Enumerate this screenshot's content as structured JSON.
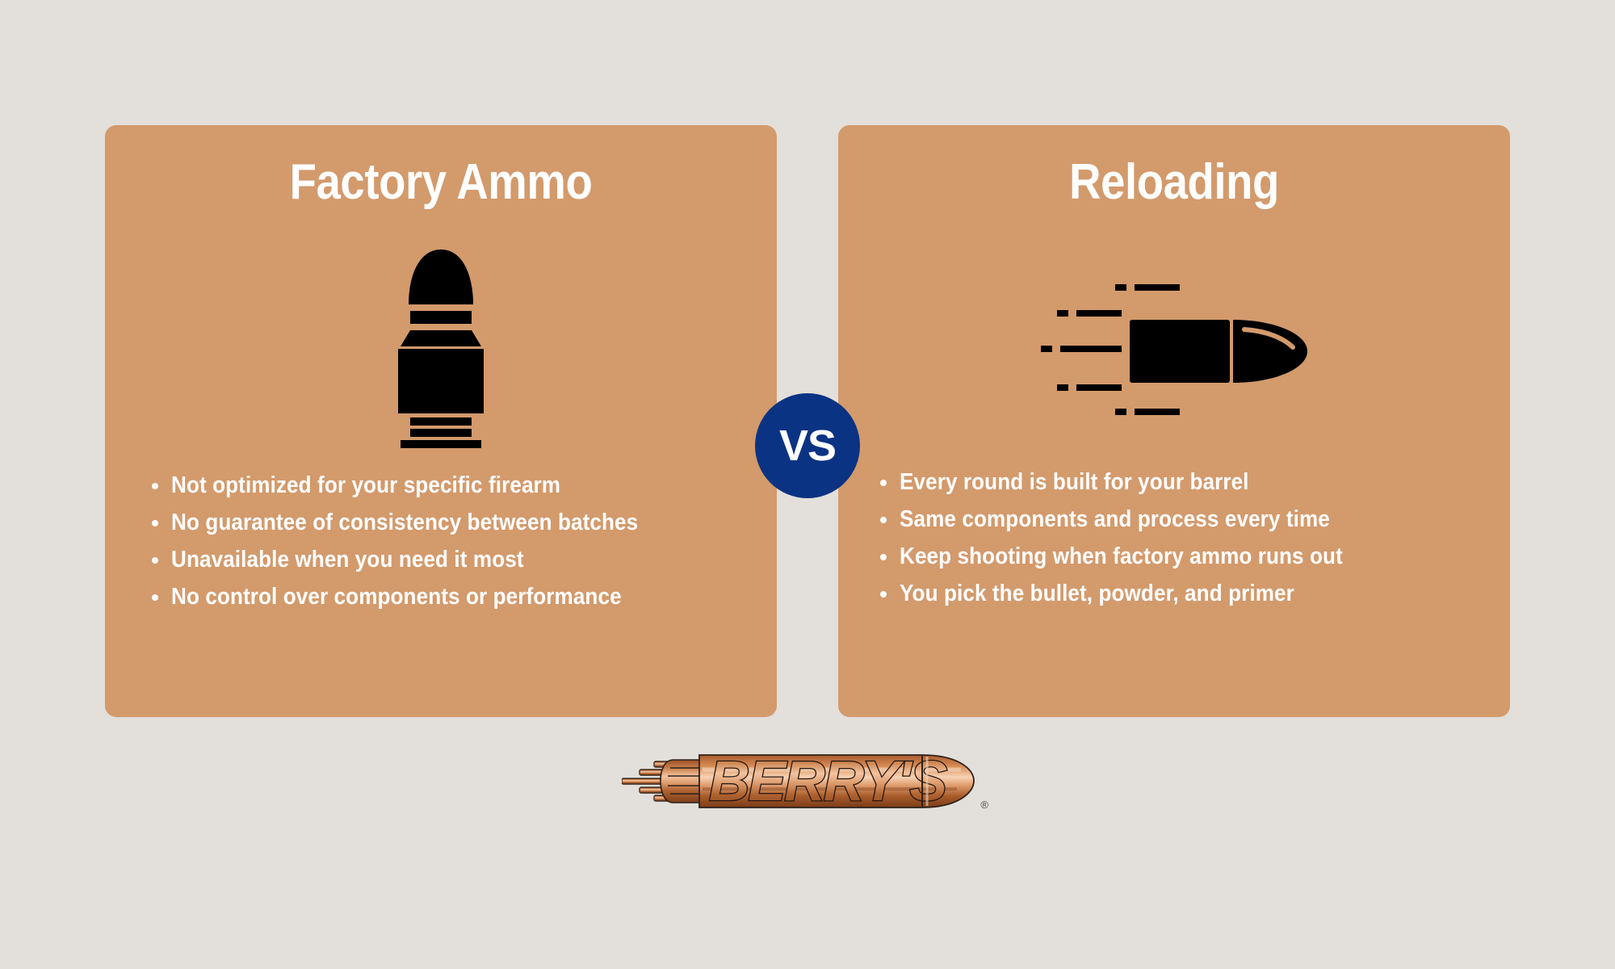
{
  "page": {
    "background_color": "#E3DFDA",
    "card_color": "#D39A6C",
    "accent_blue": "#0B3383",
    "copper": "#C1703C",
    "text_color": "#FFFFFF"
  },
  "comparison": {
    "vs_label": "VS",
    "left": {
      "title": "Factory Ammo",
      "icon": "cartridge-vertical-icon",
      "bullets": [
        "Not optimized for your specific firearm",
        "No guarantee of consistency between batches",
        "Unavailable when you need it most",
        "No control over components or performance"
      ]
    },
    "right": {
      "title": "Reloading",
      "icon": "flying-bullet-icon",
      "bullets": [
        "Every round is built for your barrel",
        "Same components and process every time",
        "Keep shooting when factory ammo runs out",
        "You pick the bullet, powder, and primer"
      ]
    }
  },
  "brand": {
    "name": "BERRY'S",
    "registered_mark": "®"
  }
}
